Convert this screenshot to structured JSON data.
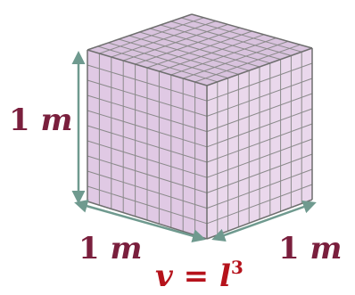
{
  "labels": {
    "height": {
      "number": "1",
      "unit": "m"
    },
    "width": {
      "number": "1",
      "unit": "m"
    },
    "depth": {
      "number": "1",
      "unit": "m"
    }
  },
  "formula": {
    "lhs": "v",
    "equals": " = ",
    "base": "l",
    "exponent": "3"
  },
  "cube": {
    "subdivisions": 10,
    "colors": {
      "top_face": "#d9c3de",
      "front_face": "#e0c9e4",
      "right_face": "#ead8ec",
      "grid_line": "#8a8a8a",
      "edge": "#6f6f6f"
    }
  },
  "arrows": {
    "color": "#6f9a8f"
  }
}
